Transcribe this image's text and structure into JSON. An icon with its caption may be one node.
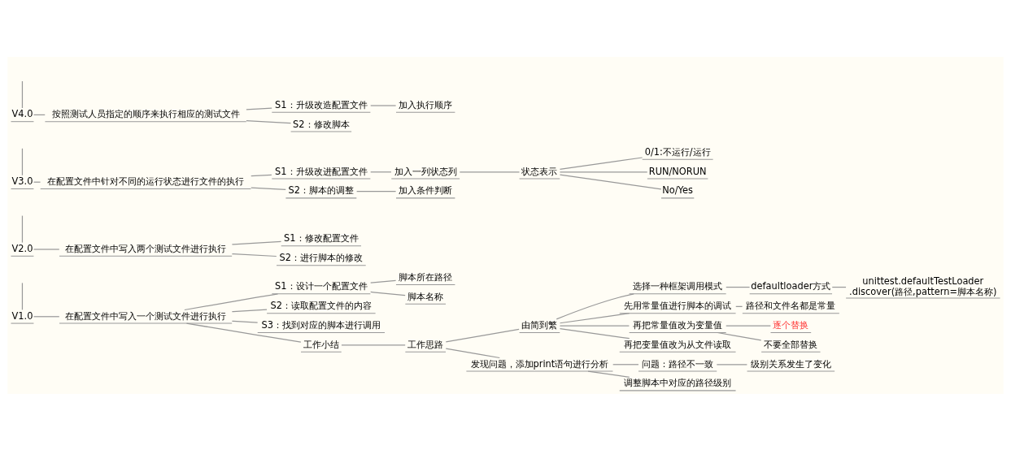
{
  "diagram": {
    "nodes": [
      {
        "text": [
          "V1.0"
        ]
      },
      {
        "text": [
          "在配置文件中写入一个测试文件进行执行"
        ]
      },
      {
        "text": [
          "S1：设计一个配置文件"
        ]
      },
      {
        "text": [
          "脚本所在路径"
        ]
      },
      {
        "text": [
          "脚本名称"
        ]
      },
      {
        "text": [
          "S2：读取配置文件的内容"
        ]
      },
      {
        "text": [
          "S3：找到对应的脚本进行调用"
        ]
      },
      {
        "text": [
          "工作小结"
        ]
      },
      {
        "text": [
          "工作思路"
        ]
      },
      {
        "text": [
          "由简到繁"
        ]
      },
      {
        "text": [
          "选择一种框架调用模式"
        ]
      },
      {
        "text": [
          "defaultloader方式"
        ]
      },
      {
        "text": [
          "unittest.defaultTestLoader.discover(路径,pattern=脚本名称)"
        ]
      },
      {
        "text": [
          "先用常量值进行脚本的调试"
        ]
      },
      {
        "text": [
          "路径和文件名都是常量"
        ]
      },
      {
        "text": [
          "再把常量值改为变量值"
        ]
      },
      {
        "text": [
          "逐个替换"
        ]
      },
      {
        "text": [
          "不要全部替换"
        ]
      },
      {
        "text": [
          "再把变量值改为从文件读取"
        ]
      },
      {
        "text": [
          "发现问题，添加print语句进行分析"
        ]
      },
      {
        "text": [
          "问题：路径不一致"
        ]
      },
      {
        "text": [
          "级别关系发生了变化"
        ]
      },
      {
        "text": [
          "调整脚本中对应的路径级别"
        ]
      },
      {
        "text": [
          "V2.0"
        ]
      },
      {
        "text": [
          "在配置文件中写入两个测试文件进行执行"
        ]
      },
      {
        "text": [
          "S1：修改配置文件"
        ]
      },
      {
        "text": [
          "S2：进行脚本的修改"
        ]
      },
      {
        "text": [
          "V3.0"
        ]
      },
      {
        "text": [
          "在配置文件中针对不同的运行状态进行文件的执行"
        ]
      },
      {
        "text": [
          "S1：升级改进配置文件"
        ]
      },
      {
        "text": [
          "加入一列状态列"
        ]
      },
      {
        "text": [
          "状态表示"
        ]
      },
      {
        "text": [
          "0/1:不运行/运行"
        ]
      },
      {
        "text": [
          "RUN/NORUN"
        ]
      },
      {
        "text": [
          "No/Yes"
        ]
      },
      {
        "text": [
          "S2：脚本的调整"
        ]
      },
      {
        "text": [
          "加入条件判断"
        ]
      },
      {
        "text": [
          "V4.0"
        ]
      },
      {
        "text": [
          "按照测试人员指定的顺序来执行相应的测试文件"
        ]
      },
      {
        "text": [
          "S1：升级改造配置文件"
        ]
      },
      {
        "text": [
          "加入执行顺序"
        ]
      },
      {
        "text": [
          "S2：修改脚本"
        ]
      }
    ],
    "edges": [
      {
        "from": null,
        "to": 0,
        "arrow": "none"
      },
      {
        "from": 0,
        "to": 1,
        "arrow": "none"
      },
      {
        "from": 1,
        "to": 2,
        "arrow": "none"
      },
      {
        "from": 2,
        "to": 3,
        "arrow": "none"
      },
      {
        "from": 2,
        "to": 4,
        "arrow": "none"
      },
      {
        "from": 1,
        "to": 5,
        "arrow": "none"
      },
      {
        "from": 1,
        "to": 6,
        "arrow": "none"
      },
      {
        "from": 1,
        "to": 7,
        "arrow": "none"
      },
      {
        "from": 7,
        "to": 8,
        "arrow": "none"
      },
      {
        "from": 8,
        "to": 9,
        "arrow": "none"
      },
      {
        "from": 9,
        "to": 10,
        "arrow": "none"
      },
      {
        "from": 10,
        "to": 11,
        "arrow": "none"
      },
      {
        "from": 11,
        "to": 12,
        "arrow": "none"
      },
      {
        "from": 9,
        "to": 13,
        "arrow": "none"
      },
      {
        "from": 13,
        "to": 14,
        "arrow": "none"
      },
      {
        "from": 9,
        "to": 15,
        "arrow": "none"
      },
      {
        "from": 15,
        "to": 16,
        "arrow": "none"
      },
      {
        "from": 15,
        "to": 17,
        "arrow": "none"
      },
      {
        "from": 9,
        "to": 18,
        "arrow": "none"
      },
      {
        "from": 8,
        "to": 19,
        "arrow": "none"
      },
      {
        "from": 19,
        "to": 20,
        "arrow": "none"
      },
      {
        "from": 20,
        "to": 21,
        "arrow": "none"
      },
      {
        "from": 19,
        "to": 22,
        "arrow": "none"
      },
      {
        "from": null,
        "to": 23,
        "arrow": "none"
      },
      {
        "from": 23,
        "to": 24,
        "arrow": "none"
      },
      {
        "from": 24,
        "to": 25,
        "arrow": "none"
      },
      {
        "from": 24,
        "to": 26,
        "arrow": "none"
      },
      {
        "from": null,
        "to": 27,
        "arrow": "none"
      },
      {
        "from": 27,
        "to": 28,
        "arrow": "none"
      },
      {
        "from": 28,
        "to": 29,
        "arrow": "none"
      },
      {
        "from": 29,
        "to": 30,
        "arrow": "none"
      },
      {
        "from": 30,
        "to": 31,
        "arrow": "none"
      },
      {
        "from": 31,
        "to": 32,
        "arrow": "none"
      },
      {
        "from": 31,
        "to": 33,
        "arrow": "none"
      },
      {
        "from": 31,
        "to": 34,
        "arrow": "none"
      },
      {
        "from": 28,
        "to": 35,
        "arrow": "none"
      },
      {
        "from": 35,
        "to": 36,
        "arrow": "none"
      },
      {
        "from": null,
        "to": 37,
        "arrow": "none"
      },
      {
        "from": 37,
        "to": 38,
        "arrow": "none"
      },
      {
        "from": 38,
        "to": 39,
        "arrow": "none"
      },
      {
        "from": 39,
        "to": 40,
        "arrow": "none"
      },
      {
        "from": 38,
        "to": 41,
        "arrow": "none"
      }
    ]
  }
}
